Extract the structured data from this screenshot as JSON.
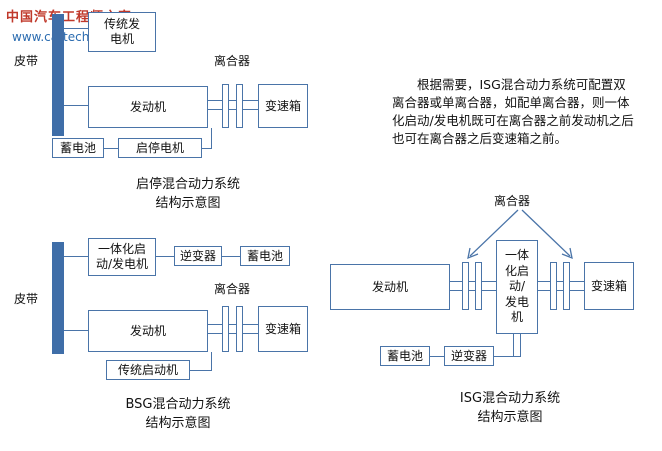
{
  "watermark": {
    "line1": "中国汽车工程师之家",
    "line2": "www.cartech8.com"
  },
  "top": {
    "belt_label": "皮带",
    "traditional_motor": "传统发电机",
    "engine": "发动机",
    "clutch_label": "离合器",
    "gearbox": "变速箱",
    "battery": "蓄电池",
    "start_stop_motor": "启停电机",
    "caption_line1": "启停混合动力系统",
    "caption_line2": "结构示意图"
  },
  "note": "根据需要，ISG混合动力系统可配置双离合器或单离合器，如配单离合器，则一体化启动/发电机既可在离合器之前发动机之后也可在离合器之后变速箱之前。",
  "bsg": {
    "belt_label": "皮带",
    "integrated_motor": "一体化启动/发电机",
    "inverter": "逆变器",
    "battery": "蓄电池",
    "clutch_label": "离合器",
    "engine": "发动机",
    "gearbox": "变速箱",
    "traditional_starter": "传统启动机",
    "caption_line1": "BSG混合动力系统",
    "caption_line2": "结构示意图"
  },
  "isg": {
    "clutch_label": "离合器",
    "engine": "发动机",
    "integrated_motor": "一体化启动/发电机",
    "gearbox": "变速箱",
    "battery": "蓄电池",
    "inverter": "逆变器",
    "caption_line1": "ISG混合动力系统",
    "caption_line2": "结构示意图"
  }
}
